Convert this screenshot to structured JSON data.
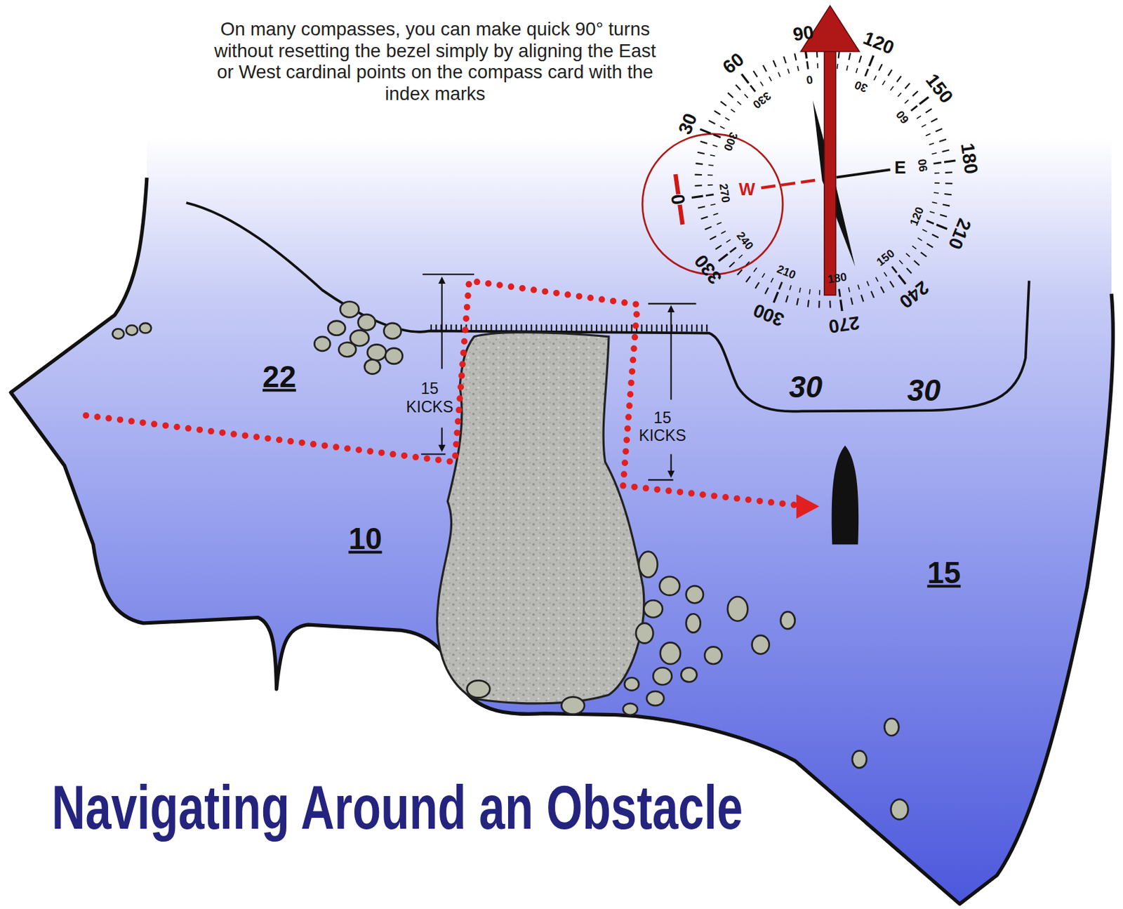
{
  "diagram": {
    "title": "Navigating Around an Obstacle",
    "labels": [
      "On many compasses, you can make quick 90° turns without resetting the bezel simply by aligning the East or West cardinal points on the compass card with the index marks",
      "22",
      "10",
      "15",
      "30",
      "30",
      "15 KICKS",
      "15 KICKS",
      "0",
      "30",
      "60",
      "90",
      "120",
      "150",
      "180",
      "210",
      "240",
      "270",
      "300",
      "330",
      "0",
      "30",
      "60",
      "90",
      "120",
      "150",
      "180",
      "210",
      "240",
      "270",
      "300",
      "330",
      "W",
      "E"
    ]
  }
}
